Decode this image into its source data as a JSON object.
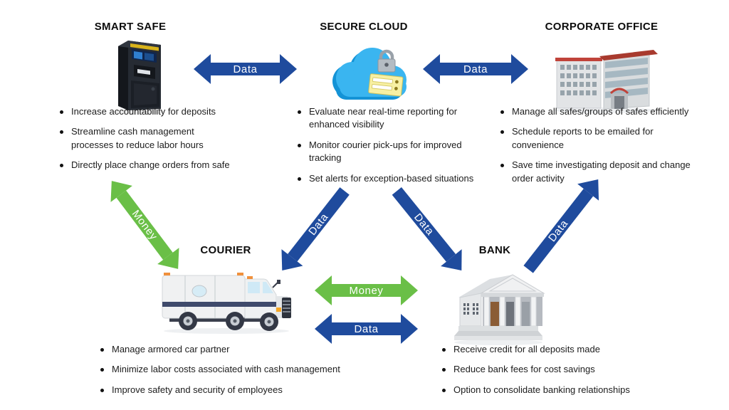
{
  "diagram": {
    "background": "#ffffff",
    "colors": {
      "data_arrow": "#1f4b9d",
      "money_arrow": "#6abf47",
      "arrow_label_text": "#ffffff",
      "title_text": "#0d0d0d",
      "body_text": "#1c1c1c"
    },
    "nodes": {
      "smart_safe": {
        "title": "SMART SAFE",
        "icon": "smart-safe-illustration",
        "bullets": [
          "Increase accountability for deposits",
          "Streamline cash management\nprocesses to reduce labor hours",
          "Directly place change orders from safe"
        ]
      },
      "secure_cloud": {
        "title": "SECURE CLOUD",
        "icon": "secure-cloud-illustration",
        "bullets": [
          "Evaluate near real-time reporting for\nenhanced visibility",
          "Monitor courier pick-ups for improved\ntracking",
          "Set alerts for exception-based situations"
        ]
      },
      "corporate_office": {
        "title": "CORPORATE OFFICE",
        "icon": "corporate-office-illustration",
        "bullets": [
          "Manage all safes/groups of safes efficiently",
          "Schedule reports to be emailed for\nconvenience",
          "Save time investigating deposit and change\norder activity"
        ]
      },
      "courier": {
        "title": "COURIER",
        "icon": "armored-truck-illustration",
        "bullets": [
          "Manage armored car partner",
          "Minimize labor costs associated with cash management",
          "Improve safety and security of employees"
        ]
      },
      "bank": {
        "title": "BANK",
        "icon": "bank-building-illustration",
        "bullets": [
          "Receive credit for all deposits made",
          "Reduce bank fees for cost savings",
          "Option to consolidate banking relationships"
        ]
      }
    },
    "arrows": [
      {
        "id": "safe-cloud",
        "label": "Data",
        "kind": "data",
        "from": "smart_safe",
        "to": "secure_cloud",
        "bidirectional": true
      },
      {
        "id": "cloud-office",
        "label": "Data",
        "kind": "data",
        "from": "secure_cloud",
        "to": "corporate_office",
        "bidirectional": true
      },
      {
        "id": "safe-courier",
        "label": "Money",
        "kind": "money",
        "from": "smart_safe",
        "to": "courier",
        "bidirectional": true
      },
      {
        "id": "cloud-courier",
        "label": "Data",
        "kind": "data",
        "from": "secure_cloud",
        "to": "courier",
        "bidirectional": false
      },
      {
        "id": "cloud-bank",
        "label": "Data",
        "kind": "data",
        "from": "secure_cloud",
        "to": "bank",
        "bidirectional": false
      },
      {
        "id": "bank-office",
        "label": "Data",
        "kind": "data",
        "from": "bank",
        "to": "corporate_office",
        "bidirectional": false
      },
      {
        "id": "courier-bank-money",
        "label": "Money",
        "kind": "money",
        "from": "courier",
        "to": "bank",
        "bidirectional": true
      },
      {
        "id": "courier-bank-data",
        "label": "Data",
        "kind": "data",
        "from": "courier",
        "to": "bank",
        "bidirectional": true
      }
    ]
  }
}
